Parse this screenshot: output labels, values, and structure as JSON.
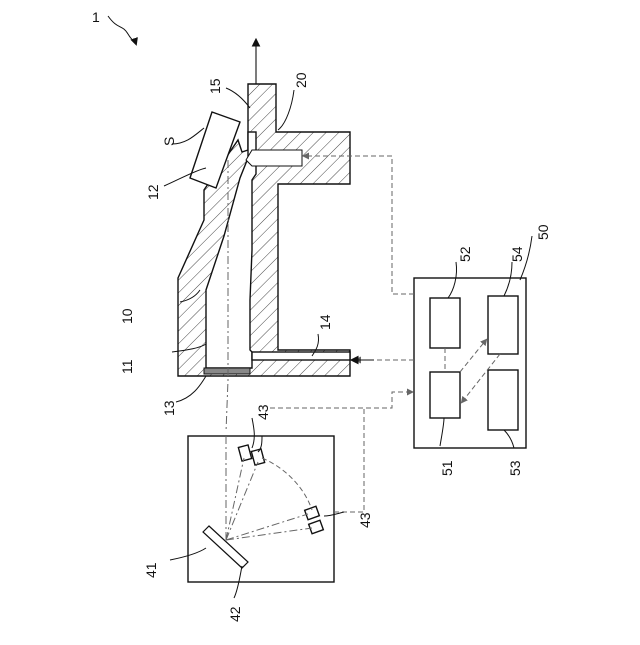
{
  "labels": {
    "fig_ref": "1",
    "sample": "S",
    "body": "10",
    "chamber": "11",
    "window_top": "12",
    "window_bottom": "13",
    "gas_pipe": "14",
    "slope": "15",
    "stage": "20",
    "detector_box": "41",
    "crystal": "42",
    "sensor_upper": "43",
    "sensor_lower": "43",
    "controller": "50",
    "unit_51": "51",
    "unit_52": "52",
    "unit_53": "53",
    "unit_54": "54"
  }
}
